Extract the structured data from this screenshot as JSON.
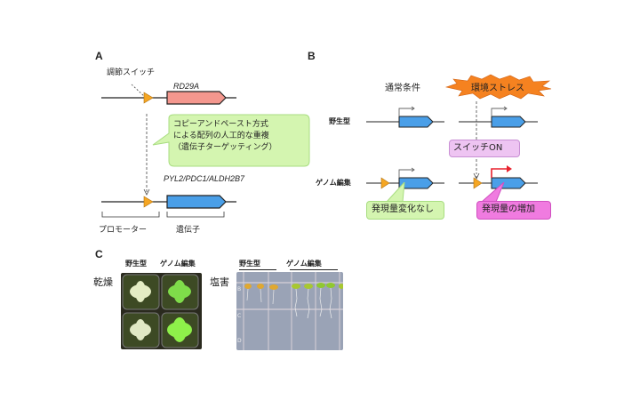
{
  "panels": {
    "A": {
      "label": "A",
      "switch_label": "調節スイッチ",
      "native_gene_name": "RD29A",
      "callout_lines": [
        "コピーアンドペースト方式",
        "による配列の人工的な重複",
        "（遺伝子ターゲッティング）"
      ],
      "target_gene_name": "PYL2/PDC1/ALDH2B7",
      "promoter_label": "プロモーター",
      "gene_label": "遺伝子"
    },
    "B": {
      "label": "B",
      "normal_condition": "通常条件",
      "stress_condition": "環境ストレス",
      "row_wildtype": "野生型",
      "row_edited": "ゲノム編集",
      "switch_on": "スイッチON",
      "no_change": "発現量変化なし",
      "increase": "発現量の増加"
    },
    "C": {
      "label": "C",
      "wildtype": "野生型",
      "edited": "ゲノム編集",
      "drought": "乾燥",
      "salt": "塩害",
      "plate_rows": [
        "B",
        "C",
        "D"
      ]
    }
  },
  "colors": {
    "promoter": "#f5a623",
    "native_gene": "#f4978e",
    "target_gene": "#4a9fe8",
    "callout_green": "#d4f5b0",
    "callout_green_border": "#a8dd80",
    "stress_burst": "#f58220",
    "switch_on_bg": "#eec4f2",
    "switch_on_border": "#c990d4",
    "increase_bg": "#f07be0",
    "increase_border": "#d050c0",
    "arrow_red": "#e8212d",
    "arrow_gray": "#666666"
  }
}
